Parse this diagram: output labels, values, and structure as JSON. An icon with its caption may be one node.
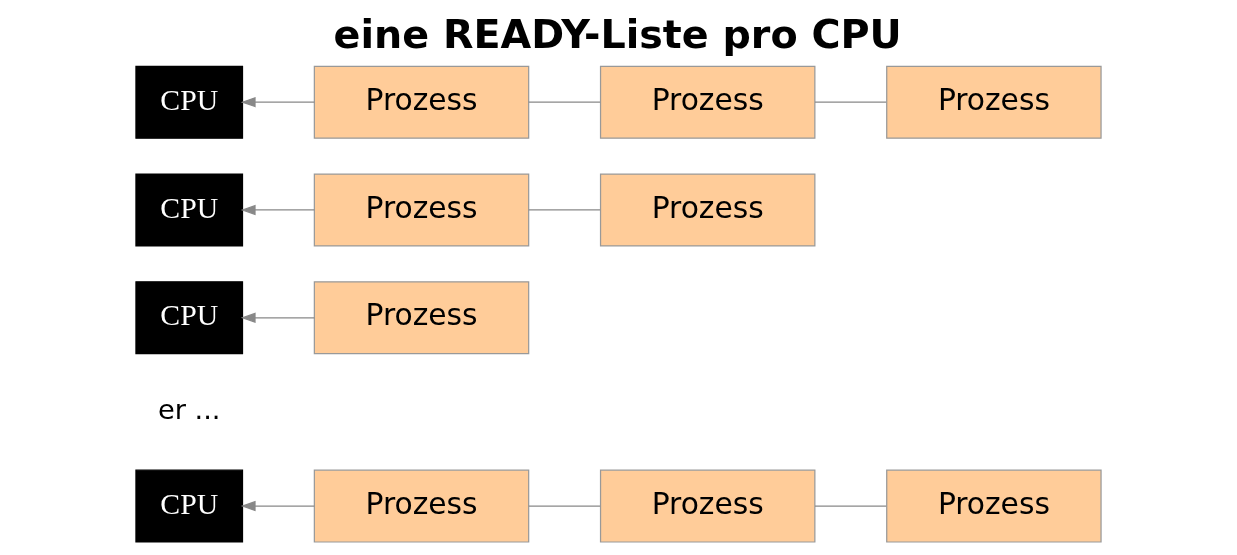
{
  "diagram": {
    "title": "eine READY-Liste pro CPU",
    "nodes": [
      {
        "text": [
          "CPU"
        ]
      },
      {
        "text": [
          "Prozess"
        ]
      },
      {
        "text": [
          "Prozess"
        ]
      },
      {
        "text": [
          "Prozess"
        ]
      },
      {
        "text": [
          "CPU"
        ]
      },
      {
        "text": [
          "Prozess"
        ]
      },
      {
        "text": [
          "CPU"
        ]
      },
      {
        "text": [
          "Prozess"
        ]
      },
      {
        "text": [
          "Prozess"
        ]
      },
      {
        "text": [
          "CPU"
        ]
      },
      {
        "text": [
          "Prozess"
        ]
      },
      {
        "text": [
          "Prozess"
        ]
      },
      {
        "text": [
          "Prozess"
        ]
      }
    ],
    "edges": [
      {
        "from": 1,
        "to": 0,
        "arrow": "to"
      },
      {
        "from": 1,
        "to": 2,
        "arrow": "none"
      },
      {
        "from": 2,
        "to": 3,
        "arrow": "none"
      },
      {
        "from": 5,
        "to": 4,
        "arrow": "to"
      },
      {
        "from": 7,
        "to": 6,
        "arrow": "to"
      },
      {
        "from": 7,
        "to": 8,
        "arrow": "none"
      },
      {
        "from": 10,
        "to": 9,
        "arrow": "to"
      },
      {
        "from": 10,
        "to": 11,
        "arrow": "none"
      },
      {
        "from": 11,
        "to": 12,
        "arrow": "none"
      }
    ],
    "labels": [
      "er ..."
    ]
  }
}
